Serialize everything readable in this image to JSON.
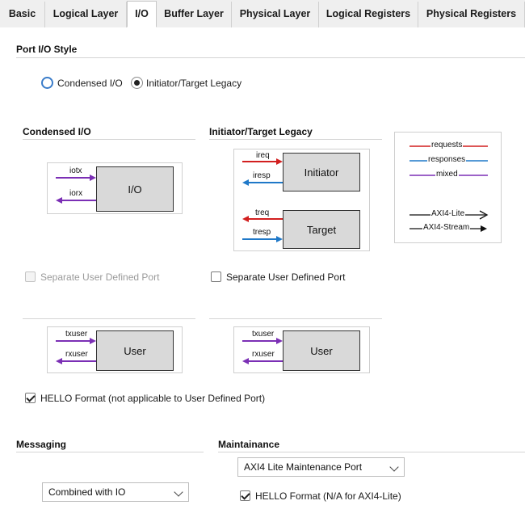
{
  "tabs": [
    {
      "label": "Basic"
    },
    {
      "label": "Logical Layer"
    },
    {
      "label": "I/O"
    },
    {
      "label": "Buffer Layer"
    },
    {
      "label": "Physical Layer"
    },
    {
      "label": "Logical Registers"
    },
    {
      "label": "Physical Registers"
    }
  ],
  "active_tab": "I/O",
  "port_io_style": {
    "title": "Port I/O Style",
    "options": [
      {
        "label": "Condensed I/O",
        "selected": false
      },
      {
        "label": "Initiator/Target Legacy",
        "selected": true
      }
    ]
  },
  "condensed": {
    "title": "Condensed I/O",
    "block_label": "I/O",
    "signals": [
      "iotx",
      "iorx"
    ],
    "separate_user_port_label": "Separate User Defined Port",
    "separate_user_port_enabled": false,
    "separate_user_port_checked": false,
    "user_block_label": "User",
    "user_signals": [
      "txuser",
      "rxuser"
    ]
  },
  "legacy": {
    "title": "Initiator/Target Legacy",
    "initiator_label": "Initiator",
    "target_label": "Target",
    "initiator_signals": [
      "ireq",
      "iresp"
    ],
    "target_signals": [
      "treq",
      "tresp"
    ],
    "separate_user_port_label": "Separate User Defined Port",
    "separate_user_port_checked": false,
    "user_block_label": "User",
    "user_signals": [
      "txuser",
      "rxuser"
    ]
  },
  "legend": {
    "requests": "requests",
    "responses": "responses",
    "mixed": "mixed",
    "axi4_lite": "AXI4-Lite",
    "axi4_stream": "AXI4-Stream"
  },
  "hello_format": {
    "label": "HELLO Format (not applicable to User Defined Port)",
    "checked": true
  },
  "messaging": {
    "title": "Messaging",
    "selected": "Combined with IO"
  },
  "maintenance": {
    "title": "Maintainance",
    "selected": "AXI4 Lite Maintenance Port",
    "hello_label": "HELLO Format (N/A for AXI4-Lite)",
    "hello_checked": true
  },
  "colors": {
    "requests": "#d21f1f",
    "responses": "#1f78c8",
    "mixed": "#7b2fb5",
    "radio_focus": "#3a7cc9"
  }
}
